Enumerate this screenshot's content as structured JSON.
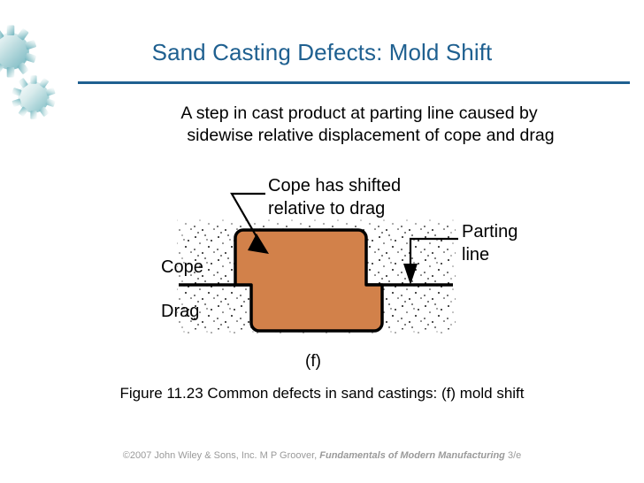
{
  "slide": {
    "title": "Sand Casting Defects: Mold Shift",
    "accent_color": "#1F6090",
    "background_color": "#FFFFFF"
  },
  "body": {
    "line1": "A step in cast product at parting line caused by",
    "line2": "sidewise relative displacement of cope and drag"
  },
  "figure": {
    "casting_color": "#D2814A",
    "callout_top_line1": "Cope has shifted",
    "callout_top_line2": "relative to drag",
    "label_cope": "Cope",
    "label_drag": "Drag",
    "label_parting_line1": "Parting",
    "label_parting_line2": "line",
    "sub_label": "(f)"
  },
  "caption": {
    "text": "Figure 11.23  Common defects in sand castings: (f) mold shift"
  },
  "footer": {
    "prefix": "©2007 John Wiley & Sons, Inc.  M P Groover, ",
    "book_title": "Fundamentals of Modern Manufacturing",
    "suffix": " 3/e"
  }
}
